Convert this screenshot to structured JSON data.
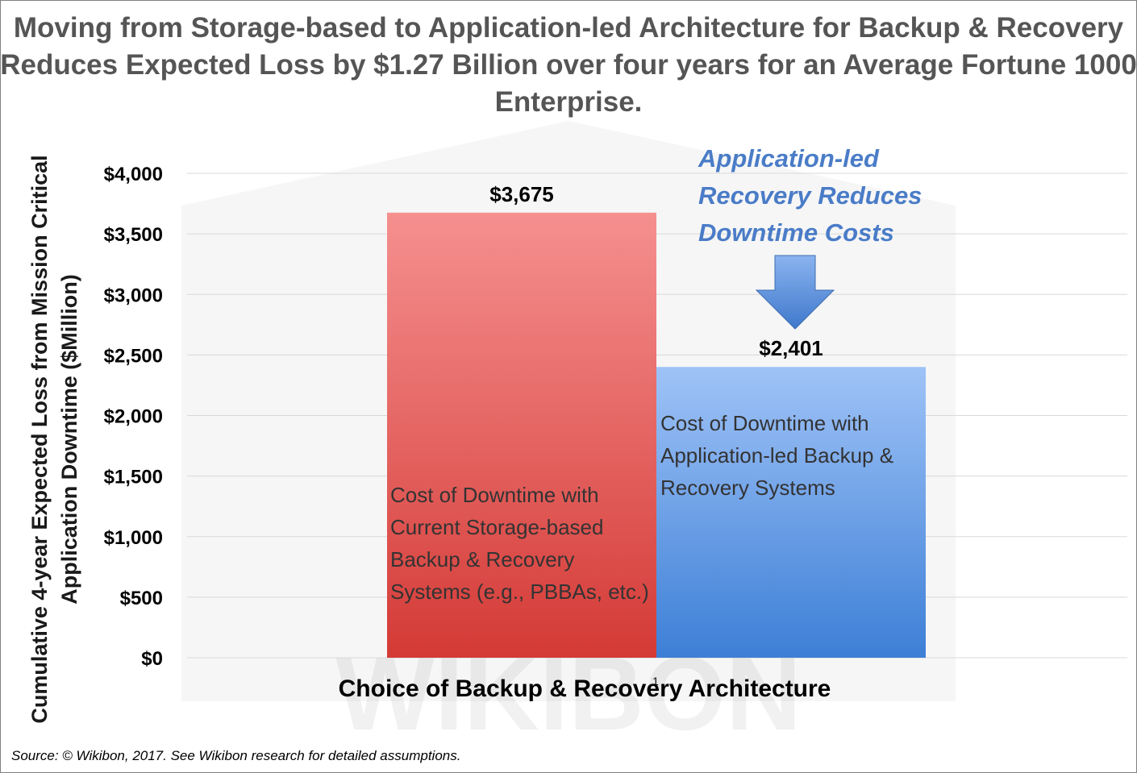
{
  "chart_data": {
    "type": "bar",
    "title": "Moving from Storage-based to Application-led Architecture for Backup & Recovery Reduces Expected Loss by $1.27 Billion over four years for an Average Fortune 1000 Enterprise.",
    "xlabel": "Choice of Backup & Recovery Architecture",
    "ylabel": "Cumulative 4-year Expected Loss from Mission Critical Application Downtime ($Million)",
    "x_tick_labels": [
      "1"
    ],
    "y_tick_labels": [
      "$0",
      "$500",
      "$1,000",
      "$1,500",
      "$2,000",
      "$2,500",
      "$3,000",
      "$3,500",
      "$4,000"
    ],
    "ylim": [
      0,
      4000
    ],
    "grid": true,
    "series": [
      {
        "values": [
          3675
        ],
        "data_label": "$3,675",
        "bar_text": "Cost of Downtime with Current Storage-based Backup & Recovery Systems (e.g., PBBAs, etc.)",
        "color_top": "#f5908f",
        "color_bottom": "#d43a36"
      },
      {
        "values": [
          2401
        ],
        "data_label": "$2,401",
        "bar_text": "Cost of Downtime with Application-led Backup & Recovery Systems",
        "color_top": "#9fc3f7",
        "color_bottom": "#3d7fd6"
      }
    ],
    "annotations": [
      {
        "text": "Application-led Recovery Reduces Downtime Costs",
        "color": "#4a7cc7"
      }
    ]
  },
  "source_note": "Source: © Wikibon, 2017. See Wikibon research for detailed assumptions.",
  "watermark": "WIKIBON",
  "colors": {
    "gridline": "#d9d9d9",
    "arrow": "#5b8fd6"
  }
}
